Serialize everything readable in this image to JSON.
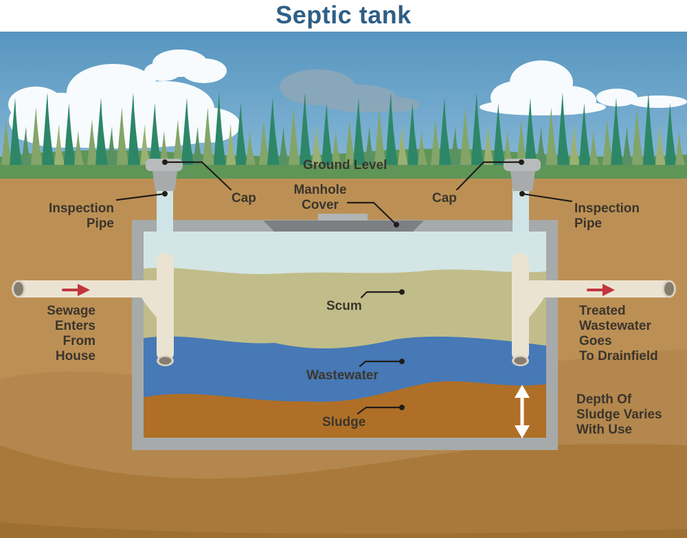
{
  "title": "Septic tank",
  "labels": {
    "ground_level": "Ground Level",
    "manhole_cover": "Manhole\nCover",
    "cap_left": "Cap",
    "cap_right": "Cap",
    "inspection_pipe_left": "Inspection\nPipe",
    "inspection_pipe_right": "Inspection\nPipe",
    "sewage_inlet": "Sewage\nEnters\nFrom\nHouse",
    "treated_outlet": "Treated\nWastewater\nGoes\nTo Drainfield",
    "scum": "Scum",
    "wastewater": "Wastewater",
    "sludge": "Sludge",
    "sludge_depth": "Depth Of\nSludge Varies\nWith Use"
  },
  "colors": {
    "page_bg": "#ffffff",
    "title_text": "#2e5f86",
    "label_text": "#3b352c",
    "sky_top": "#5795c0",
    "sky_bottom": "#8abbd8",
    "cloud_white": "#f7fbfd",
    "cloud_gray": "#8da8b9",
    "grass_band": "#5f9557",
    "grass_dark": "#2d8767",
    "grass_mid": "#579164",
    "grass_olive": "#83a569",
    "grass_light": "#9bb173",
    "soil": "#bc9055",
    "soil_mid": "#b3874d",
    "soil_deep": "#a8793a",
    "soil_bottom": "#9d7031",
    "tank_wall": "#a7aaaa",
    "manhole": "#7c8083",
    "manhole_tab": "#b2b5b5",
    "air_gap": "#d3e6e5",
    "scum": "#c1bd8a",
    "wastewater": "#4679b6",
    "sludge": "#b06f26",
    "pipe_cream": "#ebe3d1",
    "pipe_rim": "#d9d2c2",
    "pipe_hole": "#867d6f",
    "inspection_pipe": "#cfe4e6",
    "cap_top": "#b8bbbb",
    "cap_collar": "#a8abac",
    "arrow_red": "#c2353f",
    "depth_arrow": "#ffffff",
    "leader": "#211d18"
  }
}
